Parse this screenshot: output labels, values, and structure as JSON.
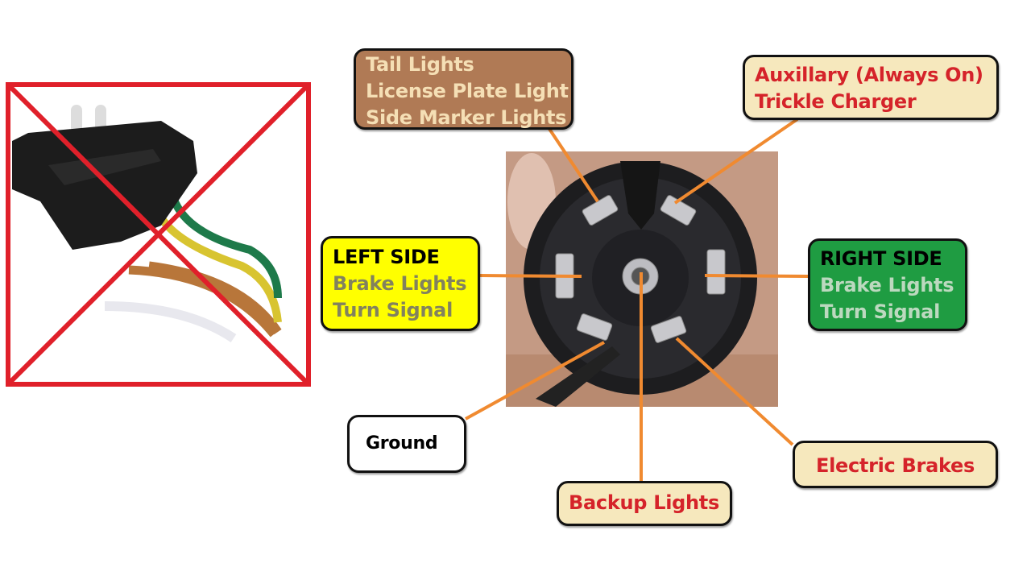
{
  "labels": {
    "tail": [
      "Tail Lights",
      "License Plate Light",
      "Side Marker Lights"
    ],
    "auxiliary": [
      "Auxillary (Always On)",
      "Trickle Charger"
    ],
    "left_side": {
      "title": "LEFT SIDE",
      "lines": [
        "Brake Lights",
        "Turn Signal"
      ]
    },
    "right_side": {
      "title": "RIGHT SIDE",
      "lines": [
        "Brake Lights",
        "Turn Signal"
      ]
    },
    "ground": "Ground",
    "backup": "Backup Lights",
    "electric_brakes": "Electric Brakes"
  },
  "colors": {
    "leader_line": "#f08a30",
    "cross_out": "#e0202a",
    "wire_colors": [
      "#ffffff",
      "#b8763a",
      "#b8763a",
      "#d8c430",
      "#1e7a4a"
    ]
  }
}
